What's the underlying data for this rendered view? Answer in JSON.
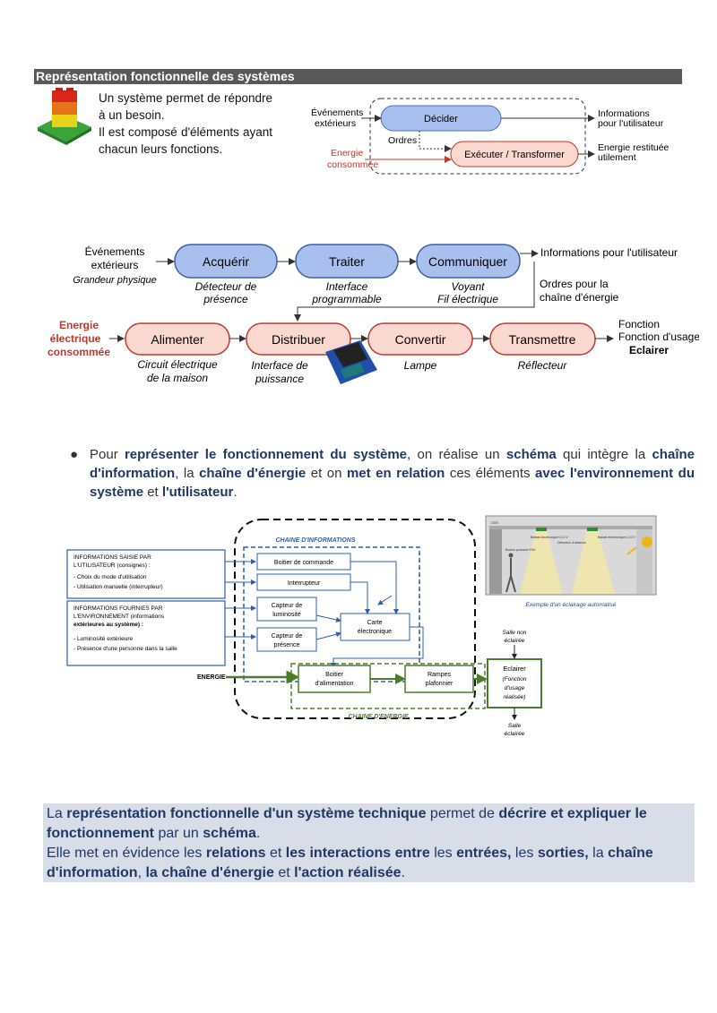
{
  "header": {
    "title": "Représentation fonctionnelle des systèmes"
  },
  "intro": {
    "line1": "Un système permet de répondre à un besoin.",
    "line2": "Il est composé d'éléments ayant chacun leurs fonctions."
  },
  "diag1": {
    "in_events": "Événements extérieurs",
    "decide": "Décider",
    "orders": "Ordres",
    "execute": "Exécuter / Transformer",
    "energy_in": "Energie consommée",
    "out_info": "Informations pour l'utilisateur",
    "out_energy": "Energie restituée utilement"
  },
  "diag2": {
    "in_events": "Événements extérieurs",
    "in_physical": "Grandeur physique",
    "acquire": "Acquérir",
    "process": "Traiter",
    "communicate": "Communiquer",
    "acquire_ex": "Détecteur de présence",
    "process_ex": "Interface programmable",
    "communicate_ex": "Voyant Fil électrique",
    "out_info": "Informations pour l'utilisateur",
    "orders": "Ordres pour la chaîne d'énergie",
    "energy_in": "Energie électrique consommée",
    "supply": "Alimenter",
    "distribute": "Distribuer",
    "convert": "Convertir",
    "transmit": "Transmettre",
    "supply_ex": "Circuit électrique de la maison",
    "distribute_ex": "Interface de puissance",
    "convert_ex": "Lampe",
    "transmit_ex": "Réflecteur",
    "function_label": "Fonction d'usage :",
    "function_value": "Eclairer"
  },
  "bullet": {
    "t1": "Pour ",
    "b1": "représenter le fonctionnement du système",
    "t2": ", on réalise un ",
    "b2": "schéma",
    "t3": " qui intègre la ",
    "b3": "chaîne d'information",
    "t4": ", la ",
    "b4": "chaîne d'énergie",
    "t5": " et on ",
    "b5": "met en relation",
    "t6": " ces éléments ",
    "b6": "avec l'environnement du système",
    "t7": " et ",
    "b7": "l'utilisateur",
    "t8": "."
  },
  "diag3": {
    "info_chain": "CHAINE D'INFORMATIONS",
    "energy_chain": "CHAINE D'ENERGIE",
    "user_box_title": "INFORMATIONS SAISIE PAR L'UTILISATEUR (consignes) :",
    "user_item1": "Choix du mode d'utilisation",
    "user_item2": "Utilisation manuelle (interrupteur)",
    "env_box_title": "INFORMATIONS FOURNIES PAR L'ENVIRONNEMENT (informations extérieures au système) :",
    "env_item1": "Luminosité extérieure",
    "env_item2": "Présence d'une personne dans la salle",
    "control_box": "Boitier de commande",
    "switch": "Interrupteur",
    "light_sensor": "Capteur de luminosité",
    "presence_sensor": "Capteur de présence",
    "board": "Carte électronique",
    "energy": "ENERGIE",
    "power_box": "Boitier d'alimentation",
    "ramps": "Rampes plafonnier",
    "light_out": "Eclairer (Fonction d'usage réalisée)",
    "room_dark": "Salle non éclairée",
    "room_lit": "Salle éclairée",
    "photo_caption": "Exemple d'un éclairage automatisé",
    "photo_label1": "Ballast électronique 0-10 V",
    "photo_label2": "Détecteur d'absence + sonde de luminosité KNX",
    "photo_label3": "Ballast électronique 0-10 V",
    "photo_label4": "Bouton poussoir KNX"
  },
  "summary": {
    "s1": "La ",
    "b1": "représentation fonctionnelle d'un système technique",
    "s2": " permet de ",
    "b2": "décrire et expliquer le fonctionnement",
    "s3": " par un ",
    "b3": "schéma",
    "s4": ".",
    "s5": "Elle met en évidence les ",
    "b4": "relations",
    "s6": " et ",
    "b5": "les interactions entre",
    "s7": " les ",
    "b6": "entrées,",
    "s8": " les ",
    "b7": "sorties,",
    "s9": " la ",
    "b8": "chaîne d'information",
    "s10": ", ",
    "b9": "la chaîne d'énergie",
    "s11": " et ",
    "b10": "l'action réalisée",
    "s12": "."
  }
}
